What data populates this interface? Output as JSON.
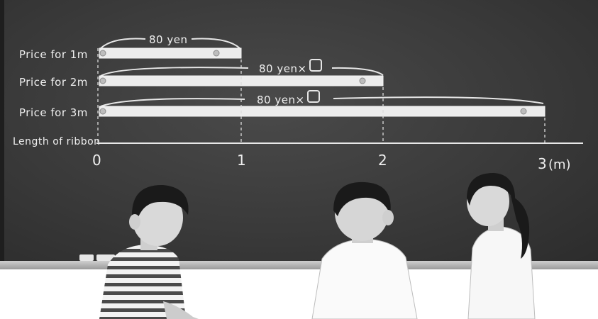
{
  "board": {
    "rows": [
      {
        "label": "Price for 1m",
        "note": "80 yen"
      },
      {
        "label": "Price for 2m",
        "note": "80 yen×"
      },
      {
        "label": "Price for 3m",
        "note": "80 yen×"
      }
    ],
    "axis_label": "Length of ribbon",
    "ticks": [
      "0",
      "1",
      "2",
      "3"
    ],
    "unit": "(m)"
  },
  "colors": {
    "chalkboard": "#3a3a3a",
    "chalk": "#eeeeee",
    "tray": "#b5b5b5"
  },
  "figures": [
    "boy-striped-shirt",
    "boy-white-shirt",
    "girl-ponytail"
  ]
}
